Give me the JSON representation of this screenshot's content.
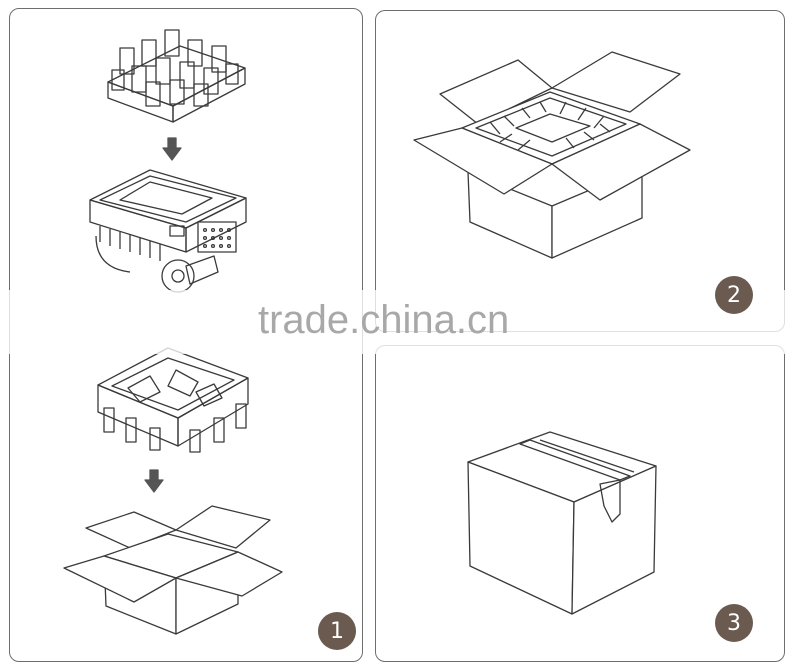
{
  "steps": [
    {
      "number": "1"
    },
    {
      "number": "2"
    },
    {
      "number": "3"
    }
  ],
  "watermark": "trade.china.cn",
  "colors": {
    "badge": "#6b5a4f",
    "line": "#3a3a3a",
    "panel_border": "#6e6e6e",
    "watermark_text": "#a8a8a8"
  }
}
